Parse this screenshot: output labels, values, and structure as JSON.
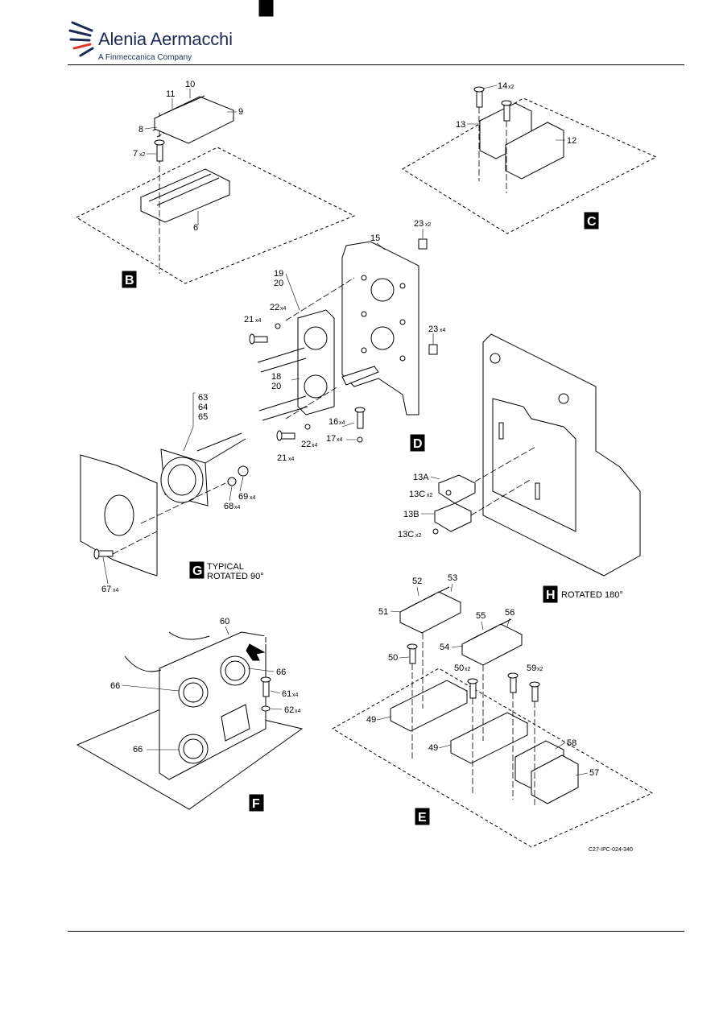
{
  "header": {
    "brand_name": "Alenia Aermacchi",
    "brand_sub": "A Finmeccanica Company"
  },
  "views": {
    "B": "B",
    "C": "C",
    "D": "D",
    "E": "E",
    "F": "F",
    "G": "G",
    "H": "H"
  },
  "notes": {
    "g_line1": "TYPICAL",
    "g_line2": "ROTATED 90°",
    "h_text": "ROTATED 180°"
  },
  "figure_code": "C27-IPC-024-340",
  "callouts": {
    "c6": "6",
    "c7": "7",
    "c7q": "x2",
    "c8": "8",
    "c9": "9",
    "c10": "10",
    "c11": "11",
    "c12": "12",
    "c13": "13",
    "c14": "14",
    "c14q": "x2",
    "c15": "15",
    "c16": "16",
    "c16q": "x4",
    "c17": "17",
    "c17q": "x4",
    "c18": "18",
    "c20a": "20",
    "c19": "19",
    "c20b": "20",
    "c21a": "21",
    "c21aq": "x4",
    "c21b": "21",
    "c21bq": "x4",
    "c22a": "22",
    "c22aq": "x4",
    "c22b": "22",
    "c22bq": "x4",
    "c23a": "23",
    "c23aq": "x2",
    "c23b": "23",
    "c23bq": "x4",
    "c13a": "13A",
    "c13b": "13B",
    "c13c1": "13C",
    "c13c1q": "x2",
    "c13c2": "13C",
    "c13c2q": "x2",
    "c63": "63",
    "c64": "64",
    "c65": "65",
    "c67": "67",
    "c67q": "x4",
    "c68": "68",
    "c68q": "x4",
    "c69": "69",
    "c69q": "x4",
    "c60": "60",
    "c61": "61",
    "c61q": "x4",
    "c62": "62",
    "c62q": "x4",
    "c66a": "66",
    "c66b": "66",
    "c66c": "66",
    "c49a": "49",
    "c49b": "49",
    "c50a": "50",
    "c50b": "50",
    "c50bq": "x2",
    "c51": "51",
    "c52": "52",
    "c53": "53",
    "c54": "54",
    "c55": "55",
    "c56": "56",
    "c57": "57",
    "c58": "58",
    "c59": "59",
    "c59q": "x2"
  }
}
